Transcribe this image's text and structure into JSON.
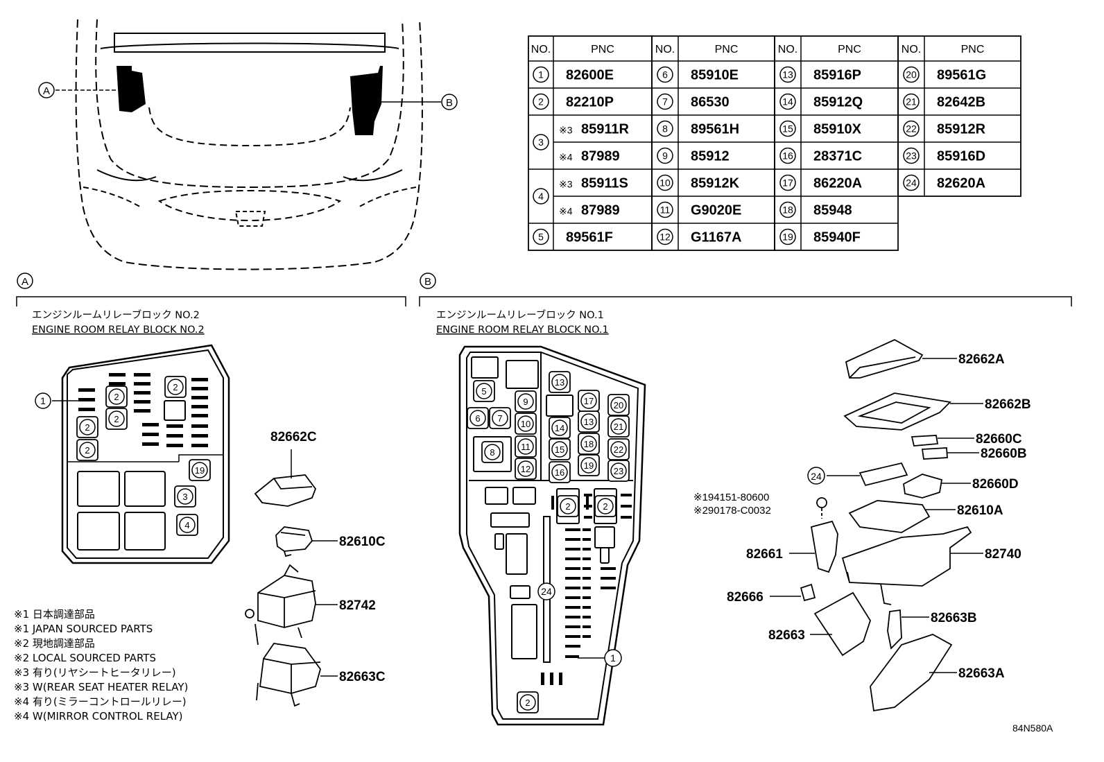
{
  "car_callouts": {
    "a": "A",
    "b": "B"
  },
  "table": {
    "header_no": "NO.",
    "header_pnc": "PNC",
    "rows": [
      {
        "no": "1",
        "pnc": "82600E",
        "col": 0,
        "r": 0
      },
      {
        "no": "2",
        "pnc": "82210P",
        "col": 0,
        "r": 1
      },
      {
        "no": "5",
        "pnc": "89561F",
        "col": 0,
        "r": 6
      },
      {
        "no": "6",
        "pnc": "85910E",
        "col": 1,
        "r": 0
      },
      {
        "no": "7",
        "pnc": "86530",
        "col": 1,
        "r": 1
      },
      {
        "no": "8",
        "pnc": "89561H",
        "col": 1,
        "r": 2
      },
      {
        "no": "9",
        "pnc": "85912",
        "col": 1,
        "r": 3
      },
      {
        "no": "10",
        "pnc": "85912K",
        "col": 1,
        "r": 4
      },
      {
        "no": "11",
        "pnc": "G9020E",
        "col": 1,
        "r": 5
      },
      {
        "no": "12",
        "pnc": "G1167A",
        "col": 1,
        "r": 6
      },
      {
        "no": "13",
        "pnc": "85916P",
        "col": 2,
        "r": 0
      },
      {
        "no": "14",
        "pnc": "85912Q",
        "col": 2,
        "r": 1
      },
      {
        "no": "15",
        "pnc": "85910X",
        "col": 2,
        "r": 2
      },
      {
        "no": "16",
        "pnc": "28371C",
        "col": 2,
        "r": 3
      },
      {
        "no": "17",
        "pnc": "86220A",
        "col": 2,
        "r": 4
      },
      {
        "no": "18",
        "pnc": "85948",
        "col": 2,
        "r": 5
      },
      {
        "no": "19",
        "pnc": "85940F",
        "col": 2,
        "r": 6
      },
      {
        "no": "20",
        "pnc": "89561G",
        "col": 3,
        "r": 0
      },
      {
        "no": "21",
        "pnc": "82642B",
        "col": 3,
        "r": 1
      },
      {
        "no": "22",
        "pnc": "85912R",
        "col": 3,
        "r": 2
      },
      {
        "no": "23",
        "pnc": "85916D",
        "col": 3,
        "r": 3
      },
      {
        "no": "24",
        "pnc": "82620A",
        "col": 3,
        "r": 4
      }
    ],
    "split_rows": [
      {
        "no": "3",
        "r": 2,
        "lines": [
          {
            "mark": "※3",
            "pnc": "85911R"
          },
          {
            "mark": "※4",
            "pnc": "87989"
          }
        ]
      },
      {
        "no": "4",
        "r": 4,
        "lines": [
          {
            "mark": "※3",
            "pnc": "85911S"
          },
          {
            "mark": "※4",
            "pnc": "87989"
          }
        ]
      }
    ]
  },
  "section_a": {
    "callout": "A",
    "title_jp": "エンジンルームリレーブロック NO.2",
    "title_en": "ENGINE ROOM RELAY BLOCK NO.2",
    "parts": [
      "82662C",
      "82610C",
      "82742",
      "82663C"
    ]
  },
  "section_b": {
    "callout": "B",
    "title_jp": "エンジンルームリレーブロック NO.1",
    "title_en": "ENGINE ROOM RELAY BLOCK NO.1",
    "parts": [
      "82662A",
      "82662B",
      "82660C",
      "82660B",
      "82660D",
      "82610A",
      "82740",
      "82661",
      "82666",
      "82663B",
      "82663",
      "82663A"
    ],
    "fastener_1": "※194151-80600",
    "fastener_2": "※290178-C0032"
  },
  "notes": [
    "※1 日本調達部品",
    "※1 JAPAN SOURCED PARTS",
    "※2 現地調達部品",
    "※2 LOCAL SOURCED PARTS",
    "※3 有り(リヤシートヒータリレー)",
    "※3 W(REAR SEAT HEATER RELAY)",
    "※4 有り(ミラーコントロールリレー)",
    "※4 W(MIRROR CONTROL RELAY)"
  ],
  "figure_code": "84N580A"
}
